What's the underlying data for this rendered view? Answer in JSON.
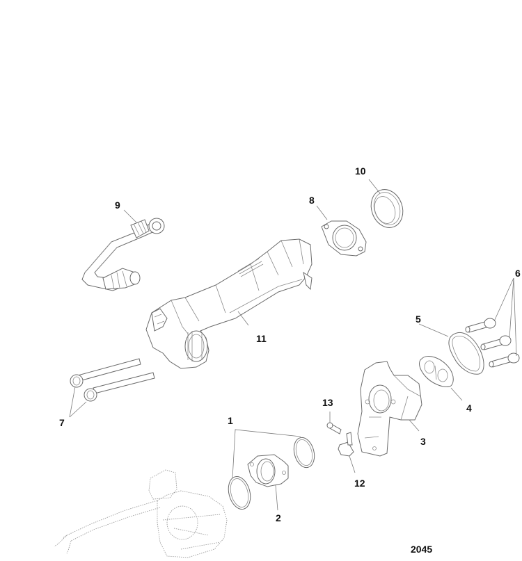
{
  "diagram": {
    "background": "#ffffff",
    "line_color": "#6a6a6a",
    "figure_number": "2045",
    "callouts": [
      {
        "id": "1",
        "label": "1",
        "part": "o-ring seals (pair)"
      },
      {
        "id": "2",
        "label": "2",
        "part": "flanged adapter"
      },
      {
        "id": "3",
        "label": "3",
        "part": "throttle body housing"
      },
      {
        "id": "4",
        "label": "4",
        "part": "inner gasket"
      },
      {
        "id": "5",
        "label": "5",
        "part": "outer gasket"
      },
      {
        "id": "6",
        "label": "6",
        "part": "flange bolts (x3)"
      },
      {
        "id": "7",
        "label": "7",
        "part": "long bolts (x2)"
      },
      {
        "id": "8",
        "label": "8",
        "part": "flange plate"
      },
      {
        "id": "9",
        "label": "9",
        "part": "bent hose"
      },
      {
        "id": "10",
        "label": "10",
        "part": "seal ring"
      },
      {
        "id": "11",
        "label": "11",
        "part": "intake silencer"
      },
      {
        "id": "12",
        "label": "12",
        "part": "clip"
      },
      {
        "id": "13",
        "label": "13",
        "part": "screw"
      }
    ],
    "reference_part": "carburetor (shown phantom)"
  }
}
